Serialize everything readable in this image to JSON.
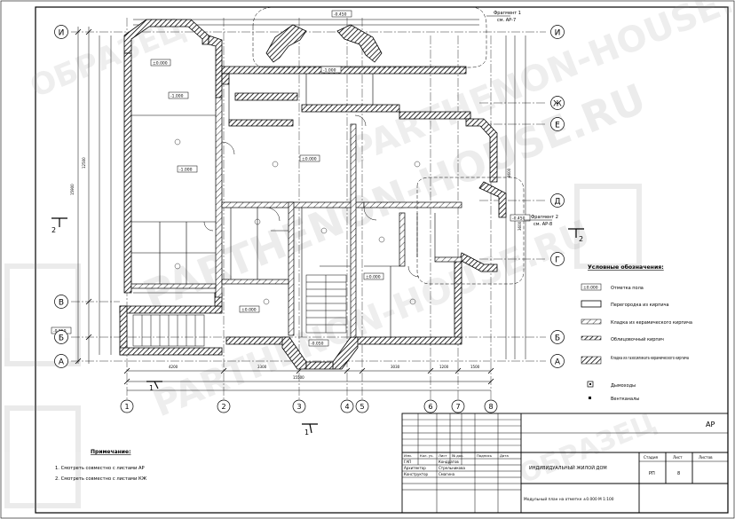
{
  "sheet_code": "АР",
  "fragment_callouts": [
    {
      "title": "Фрагмент 1",
      "ref": "см. АР-7"
    },
    {
      "title": "Фрагмент 2",
      "ref": "см. АР-8"
    }
  ],
  "row_axes": [
    "И",
    "Ж",
    "Е",
    "Д",
    "Г",
    "В",
    "Б",
    "А"
  ],
  "column_axes": [
    "1",
    "2",
    "3",
    "4",
    "5",
    "6",
    "7",
    "8"
  ],
  "section_marks": [
    "2",
    "2",
    "1",
    "1"
  ],
  "level_marks": [
    "±0.000",
    "-1.000",
    "-1.000",
    "-1.000",
    "±0.000",
    "±0.000",
    "-0.050",
    "-0.450",
    "-0.450",
    "-0.050",
    "±0.000"
  ],
  "legend": {
    "title": "Условные обозначения:",
    "items": [
      {
        "symbol": "level",
        "code": "±0.000",
        "label": "Отметка пола"
      },
      {
        "symbol": "box",
        "label": "Перегородка из кирпича"
      },
      {
        "symbol": "hatch",
        "label": "Кладка из керамического кирпича"
      },
      {
        "symbol": "brick",
        "label": "Облицовочный кирпич"
      },
      {
        "symbol": "hatch2",
        "label": "Кладка из газосиликата керамического кирпича"
      },
      {
        "symbol": "square",
        "label": "Дымоходы"
      },
      {
        "symbol": "dot",
        "label": "Вентканалы"
      }
    ]
  },
  "notes": {
    "title": "Примечание:",
    "lines": [
      "1. Смотреть совместно с листами АР",
      "2. Смотреть совместно с листами КЖ"
    ]
  },
  "title_block": {
    "header_row": [
      "Изм.",
      "Кол. уч.",
      "Лист",
      "№ док.",
      "Подпись",
      "Дата"
    ],
    "roles": [
      {
        "role": "ГАП",
        "name": "Кондратов"
      },
      {
        "role": "Архитектор",
        "name": "Стрельникова"
      },
      {
        "role": "Конструктор",
        "name": "Смагина"
      }
    ],
    "project_title": "ИНДИВИДУАЛЬНЫЙ ЖИЛОЙ ДОМ",
    "sheet_title": "Модульный план на отметке ±0.000   М 1:100",
    "stage_header": "Стадия",
    "stage": "РП",
    "sheet_header": "Лист",
    "sheet_no": "8",
    "sheets_header": "Листов",
    "sheets_total": ""
  },
  "watermarks": [
    "ОБРАЗЕЦ",
    "PARTHENON-HOUSE.RU",
    "PARTHENON-HOUSE.RU",
    "PARTHENON-HOUSE.RU",
    "ОБРАЗЕЦ"
  ]
}
